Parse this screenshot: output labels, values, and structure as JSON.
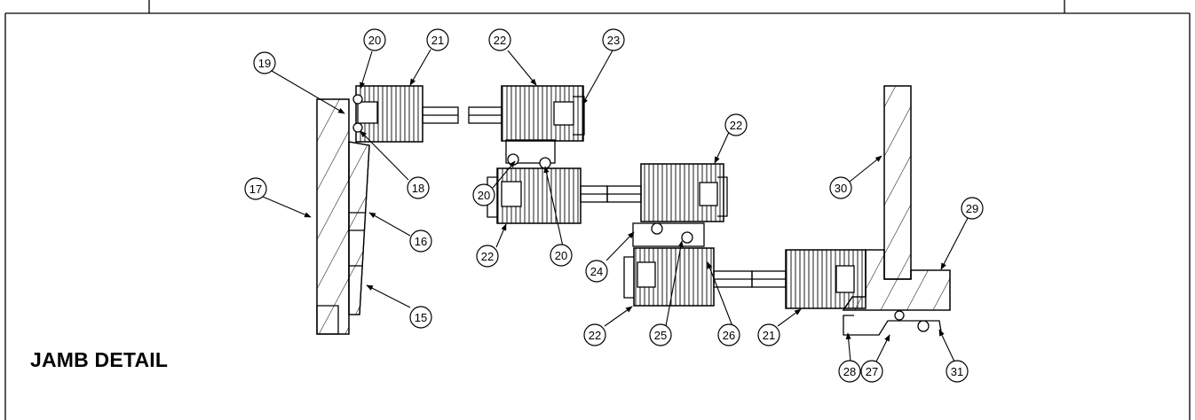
{
  "title": "JAMB DETAIL",
  "callouts": {
    "c15": "15",
    "c16": "16",
    "c17": "17",
    "c18": "18",
    "c19": "19",
    "c20a": "20",
    "c20b": "20",
    "c20c": "20",
    "c21a": "21",
    "c21b": "21",
    "c22a": "22",
    "c22b": "22",
    "c22c": "22",
    "c22d": "22",
    "c23": "23",
    "c24": "24",
    "c25": "25",
    "c26": "26",
    "c27": "27",
    "c28": "28",
    "c29": "29",
    "c30": "30",
    "c31": "31"
  }
}
